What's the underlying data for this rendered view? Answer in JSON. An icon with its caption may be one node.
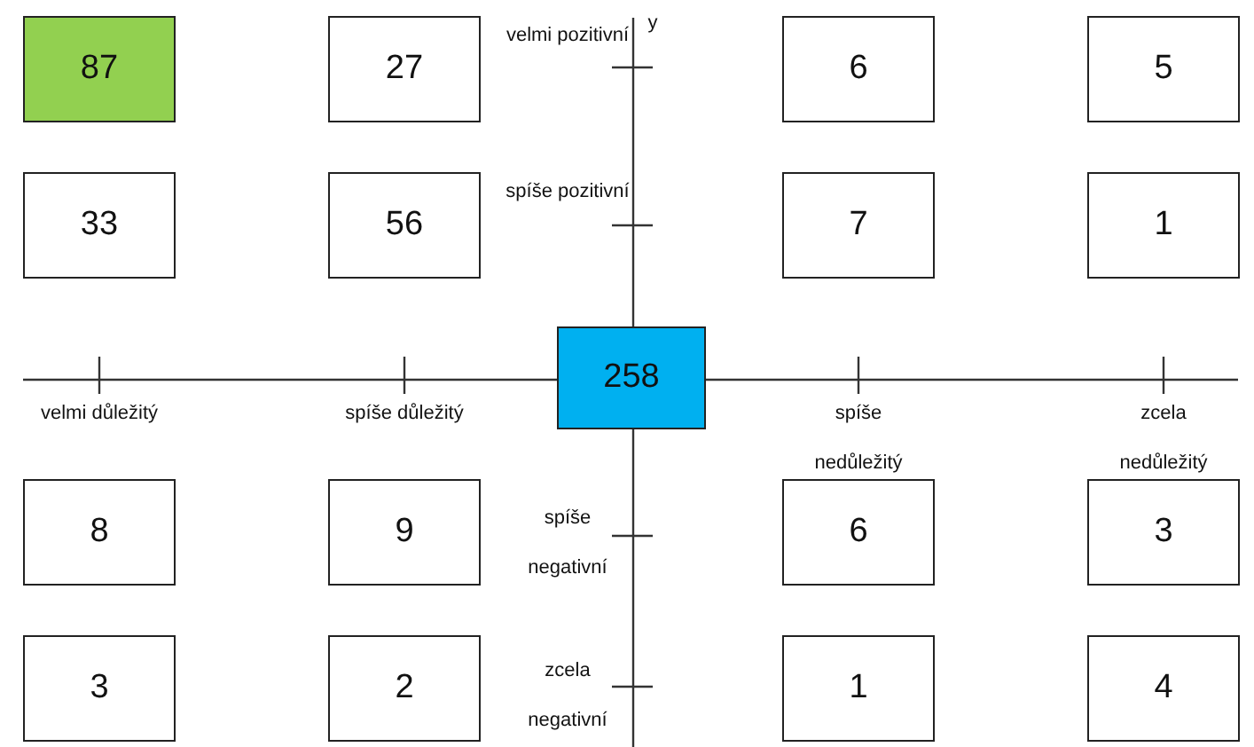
{
  "diagram": {
    "nodes": [
      {
        "text": [
          "87"
        ]
      },
      {
        "text": [
          "27"
        ]
      },
      {
        "text": [
          "6"
        ]
      },
      {
        "text": [
          "5"
        ]
      },
      {
        "text": [
          "33"
        ]
      },
      {
        "text": [
          "56"
        ]
      },
      {
        "text": [
          "7"
        ]
      },
      {
        "text": [
          "1"
        ]
      },
      {
        "text": [
          "258"
        ]
      },
      {
        "text": [
          "8"
        ]
      },
      {
        "text": [
          "9"
        ]
      },
      {
        "text": [
          "6"
        ]
      },
      {
        "text": [
          "3"
        ]
      },
      {
        "text": [
          "3"
        ]
      },
      {
        "text": [
          "2"
        ]
      },
      {
        "text": [
          "1"
        ]
      },
      {
        "text": [
          "4"
        ]
      }
    ],
    "labels": [
      "velmi pozitivní",
      "y",
      "spíše pozitivní",
      "velmi důležitý",
      "spíše důležitý",
      "spíše nedůležitý",
      "zcela nedůležitý",
      "spíše negativní",
      "zcela negativní"
    ]
  }
}
